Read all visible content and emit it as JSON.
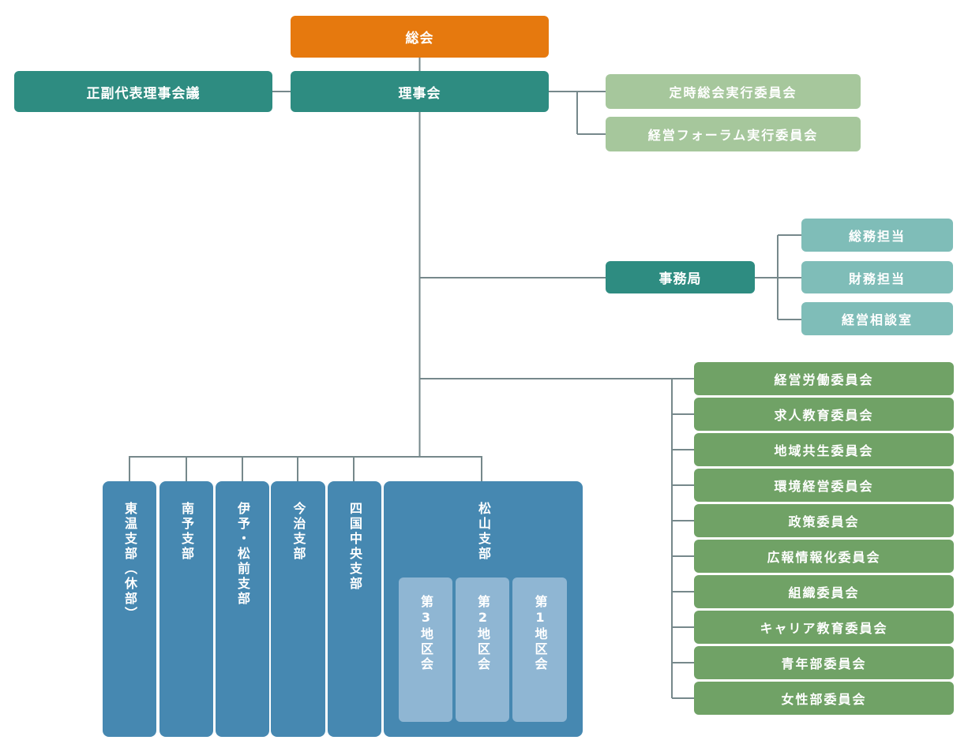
{
  "chart_type": "organization-chart",
  "colors": {
    "general_assembly": "#e6790e",
    "board_level": "#2e8c81",
    "exec_committee": "#a6c79c",
    "secretariat_dept": "#7fbdb8",
    "committee": "#70a266",
    "branch": "#4688b1",
    "district": "#8fb6d3",
    "connector_line": "#76888b",
    "text": "#ffffff",
    "background": "#ffffff"
  },
  "nodes": {
    "general_assembly": "総会",
    "board": "理事会",
    "rep_directors_meeting": "正副代表理事会議",
    "secretariat": "事務局"
  },
  "exec_committees": [
    {
      "label": "定時総会実行委員会"
    },
    {
      "label": "経営フォーラム実行委員会"
    }
  ],
  "secretariat_departments": [
    {
      "label": "総務担当"
    },
    {
      "label": "財務担当"
    },
    {
      "label": "経営相談室"
    }
  ],
  "committees": [
    {
      "label": "経営労働委員会"
    },
    {
      "label": "求人教育委員会"
    },
    {
      "label": "地域共生委員会"
    },
    {
      "label": "環境経営委員会"
    },
    {
      "label": "政策委員会"
    },
    {
      "label": "広報情報化委員会"
    },
    {
      "label": "組織委員会"
    },
    {
      "label": "キャリア教育委員会"
    },
    {
      "label": "青年部委員会"
    },
    {
      "label": "女性部委員会"
    }
  ],
  "branches": [
    {
      "label": "東温支部（休部）"
    },
    {
      "label": "南予支部"
    },
    {
      "label": "伊予・松前支部"
    },
    {
      "label": "今治支部"
    },
    {
      "label": "四国中央支部"
    },
    {
      "label": "松山支部"
    }
  ],
  "matsuyama_districts": [
    {
      "label": "第3地区会"
    },
    {
      "label": "第2地区会"
    },
    {
      "label": "第1地区会"
    }
  ]
}
